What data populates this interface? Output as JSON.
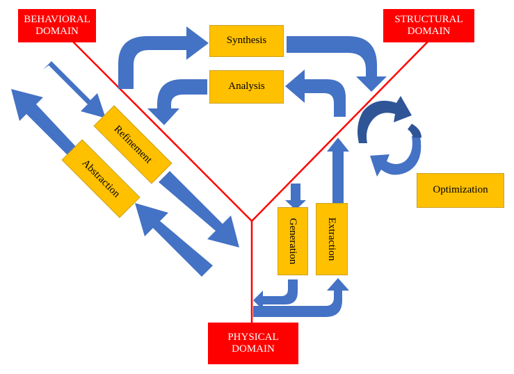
{
  "domains": {
    "behavioral": "BEHAVIORAL\nDOMAIN",
    "structural": "STRUCTURAL\nDOMAIN",
    "physical": "PHYSICAL\nDOMAIN"
  },
  "processes": {
    "synthesis": "Synthesis",
    "analysis": "Analysis",
    "refinement": "Refinement",
    "abstraction": "Abstraction",
    "generation": "Generation",
    "extraction": "Extraction",
    "optimization": "Optimization"
  },
  "colors": {
    "domain_fill": "#FF0000",
    "process_fill": "#FFC000",
    "arrow_fill": "#4472C4",
    "axis_line": "#FF0000"
  }
}
